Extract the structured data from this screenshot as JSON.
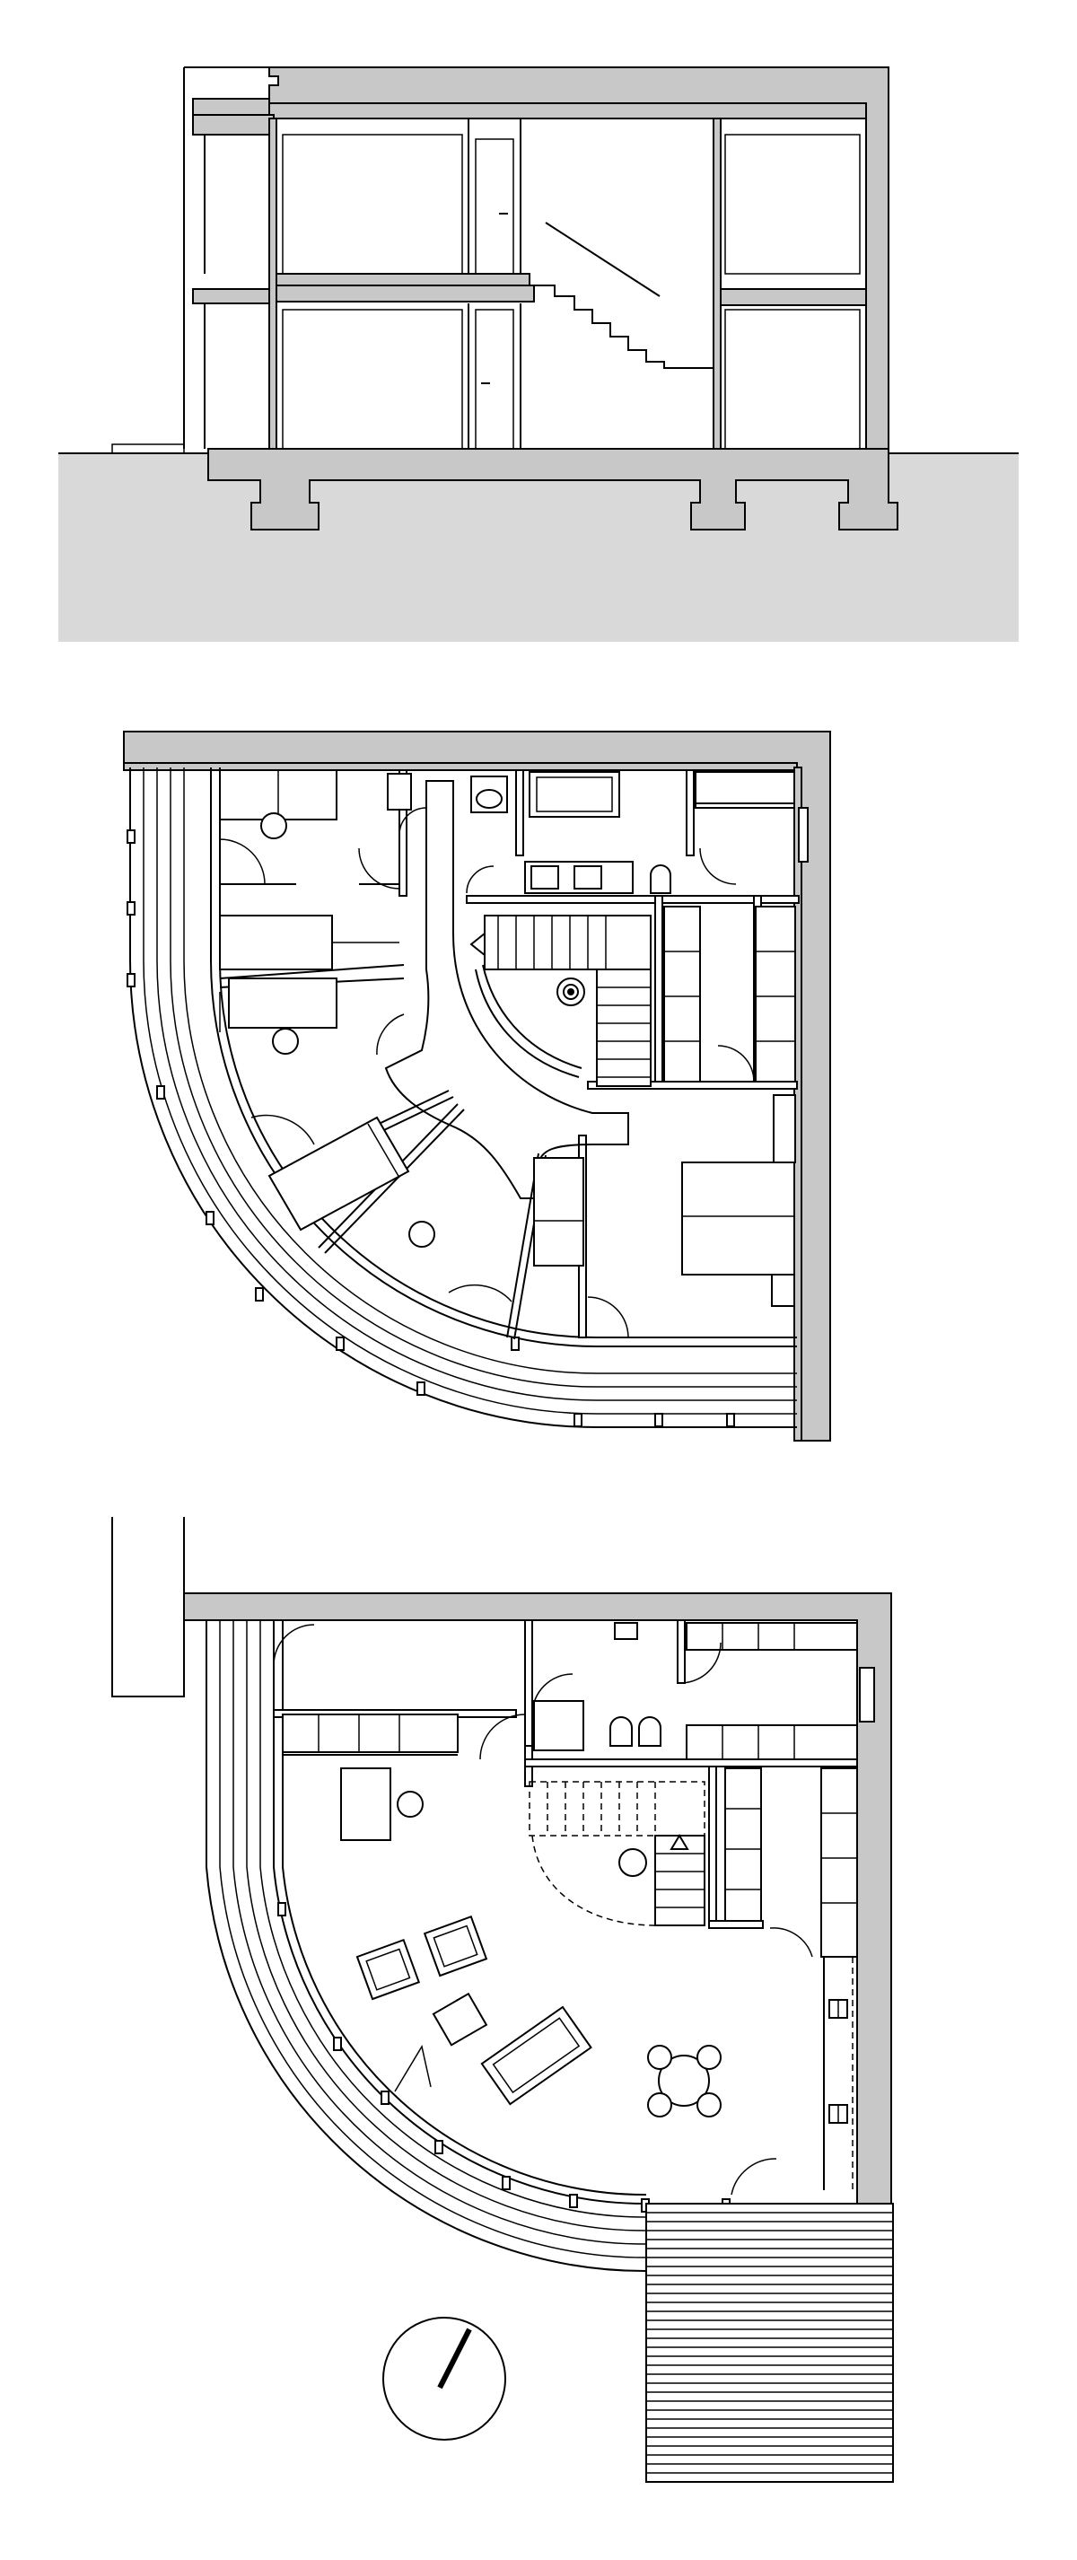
{
  "drawings": [
    {
      "id": "building-section",
      "kind": "section"
    },
    {
      "id": "upper-floor-plan",
      "kind": "plan"
    },
    {
      "id": "ground-floor-plan",
      "kind": "plan"
    }
  ],
  "north_arrow": {
    "icon": "north-arrow-icon"
  },
  "colors": {
    "wall_fill": "#c8c8c8",
    "ground_fill": "#d9d9d9",
    "line": "#000000",
    "paper": "#ffffff"
  }
}
